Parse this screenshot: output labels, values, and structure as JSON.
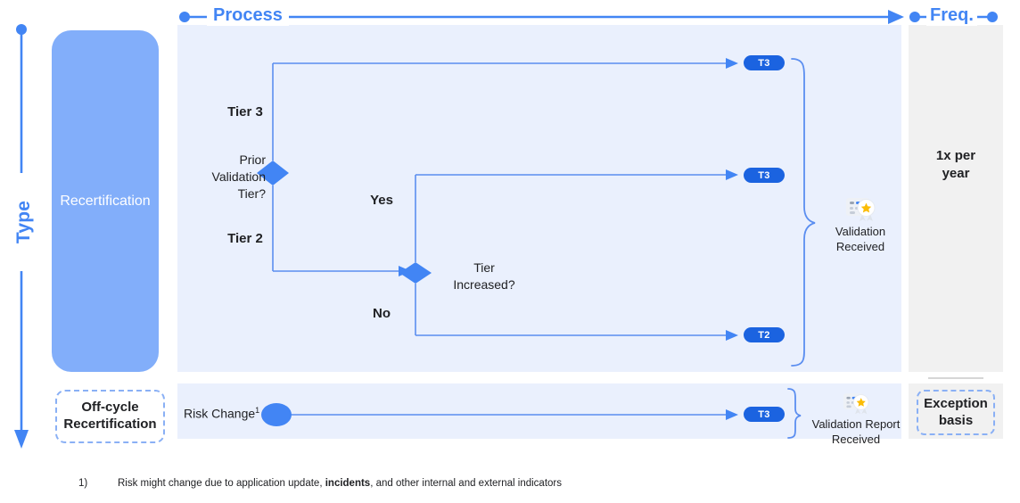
{
  "header": {
    "process_label": "Process",
    "freq_label": "Freq."
  },
  "axis": {
    "type_label": "Type"
  },
  "type_column": {
    "recertification": "Recertification",
    "off_cycle": "Off-cycle\nRecertification",
    "off_cycle_line1": "Off-cycle",
    "off_cycle_line2": "Recertification"
  },
  "frequency_column": {
    "main_line1": "1x per",
    "main_line2": "year",
    "off_line1": "Exception",
    "off_line2": "basis"
  },
  "flow": {
    "decision_1": {
      "label_line1": "Prior",
      "label_line2": "Validation",
      "label_line3": "Tier?",
      "branch_up": "Tier 3",
      "branch_down": "Tier 2"
    },
    "decision_2": {
      "label_line1": "Tier",
      "label_line2": "Increased?",
      "branch_up": "Yes",
      "branch_down": "No"
    },
    "start_off_cycle": "Risk Change",
    "start_off_cycle_footnote_marker": "1",
    "outcomes": [
      {
        "id": "tier3-direct",
        "badge": "T3"
      },
      {
        "id": "tier-increased-yes",
        "badge": "T3"
      },
      {
        "id": "tier-increased-no",
        "badge": "T2"
      },
      {
        "id": "off-cycle-result",
        "badge": "T3"
      }
    ],
    "results": {
      "main_icon": "validation-certificate-icon",
      "main_line1": "Validation",
      "main_line2": "Received",
      "off_icon": "validation-certificate-icon",
      "off_line1": "Validation Report",
      "off_line2": "Received"
    }
  },
  "footnote": {
    "number": "1)",
    "text_before": "Risk might change due to application update, ",
    "text_bold": "incidents",
    "text_after": ", and other internal and external indicators"
  },
  "colors": {
    "accent_blue": "#4285f4",
    "badge_blue": "#1b63e0",
    "panel_blue": "#eaf0fd",
    "panel_gray": "#f1f1f1",
    "block_blue": "#82aefa",
    "line_blue": "#5b8ef0",
    "text_dark": "#202124"
  }
}
